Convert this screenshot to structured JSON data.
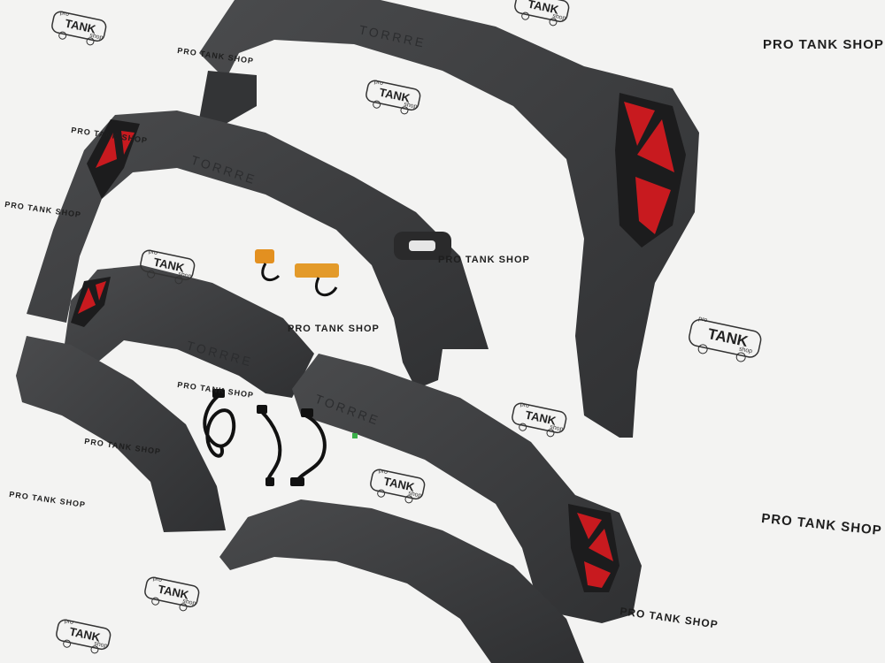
{
  "photo": {
    "background_color": "#f3f3f2",
    "part_color": "#3b3c3e",
    "reflector_color": "#c81a1f"
  },
  "watermarks": {
    "text": "PRO TANK SHOP",
    "logo_top": "pro",
    "logo_main": "TANK",
    "logo_bottom": "shop"
  },
  "part_brand": "TORRRE"
}
